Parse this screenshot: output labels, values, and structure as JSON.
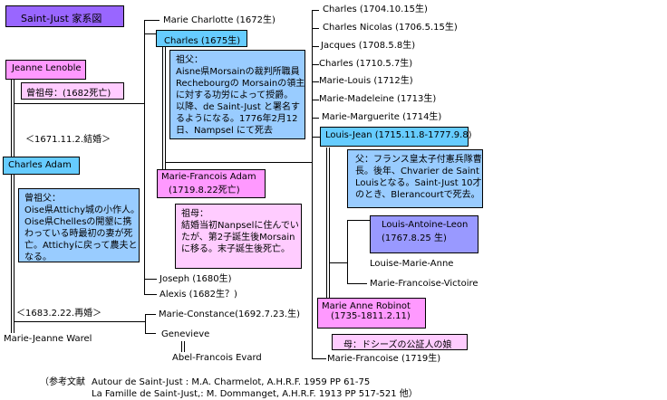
{
  "title": "Saint-Just 家系図",
  "great_grandmother": {
    "name": "Jeanne Lenoble",
    "note": "曾祖母：(1682死亡)"
  },
  "marriage1": "＜1671.11.2.結婚＞",
  "great_grandfather": {
    "name": "Charles Adam",
    "note_lines": [
      "曾祖父：",
      "Oise県Attichy城の小作人。",
      "Oise県Chellesの開墾に携",
      "わっている時最初の妻が死",
      "亡。Attichyに戻って農夫と",
      "なる。"
    ]
  },
  "marriage2": "＜1683.2.22.再婚＞",
  "second_wife": "Marie-Jeanne Warel",
  "children_gen2": {
    "marie_charlotte": "Marie Charlotte (1672生)",
    "charles": "Charles (1675生)",
    "charles_note_lines": [
      "祖父：",
      "Aisne県Morsainの裁判所職員",
      "Rechebourgの Morsainの領主",
      "に対する功労によって授爵。",
      "以降、de Saint-Just と署名す",
      "るようになる。1776年2月12",
      "日、Nampsel にて死去"
    ],
    "joseph": "Joseph (1680生)",
    "alexis": "Alexis (1682生？)",
    "marie_constance": "Marie-Constance(1692.7.23.生)",
    "genevieve": "Genevieve",
    "genevieve_spouse": "Abel-Francois Evard"
  },
  "grandmother": {
    "name_lines": [
      "Marie-Francois Adam",
      "(1719.8.22死亡)"
    ],
    "note_lines": [
      "祖母：",
      "結婚当初Nanpselに住んでい",
      "たが、第2子誕生後Morsain",
      "に移る。末子誕生後死亡。"
    ]
  },
  "children_gen3": [
    "Charles (1704.10.15生)",
    "Charles Nicolas (1706.5.15生)",
    "Jacques (1708.5.8生)",
    "Charles (1710.5.7生)",
    "Marie-Louis (1712生)",
    "Marie-Madeleine (1713生)",
    "Marie-Marguerite (1714生)"
  ],
  "father": {
    "name": "Louis-Jean (1715.11.8-1777.9.8)",
    "note_lines": [
      "父：フランス皇太子付憲兵隊曹",
      "長。後年、Chvarier de Saint",
      "Louisとなる。Saint-Just 10才",
      "のとき、Blerancourtで死去。"
    ]
  },
  "children_gen4": {
    "saint_just_lines": [
      "Louis-Antoine-Leon",
      "(1767.8.25 生)"
    ],
    "louise": "Louise-Marie-Anne",
    "marie_francoise_victoire": "Marie-Francoise-Victoire"
  },
  "mother": {
    "name_lines": [
      "Marie Anne Robinot",
      "(1735-1811.2.11)"
    ],
    "note": "母：ドシーズの公証人の娘"
  },
  "marie_francoise": "Marie-Francoise (1719生)",
  "references": {
    "label": "（参考文献",
    "line1": "Autour de Saint-Just : M.A. Charmelot,       A.H.R.F. 1959  PP 61-75",
    "line2": "La Famille de Saint-Just,: M. Dommanget,  A.H.R.F. 1913  PP 517-521 他）"
  },
  "colors": {
    "title": "#9966ff",
    "male_box": "#66ccff",
    "male_note": "#99ccff",
    "female_box": "#ff99ff",
    "female_note": "#ffccff",
    "subject_box": "#9999ff"
  }
}
